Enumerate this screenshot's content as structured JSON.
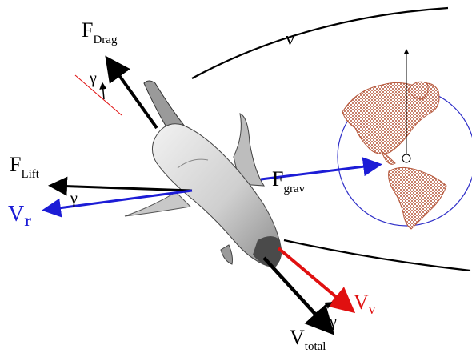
{
  "diagram": {
    "labels": {
      "f_drag": {
        "main": "F",
        "sub": "Drag"
      },
      "f_lift": {
        "main": "F",
        "sub": "Lift"
      },
      "f_grav": {
        "main": "F",
        "sub": "grav"
      },
      "v_r": {
        "main": "V",
        "sub": "r"
      },
      "v_nu": {
        "main": "V",
        "sub": "ν"
      },
      "v_total": {
        "main": "V",
        "sub": "total"
      },
      "gamma": "γ",
      "nu": "ν"
    },
    "colors": {
      "black": "#000000",
      "blue": "#1c1cd6",
      "red": "#e01010",
      "earth_land": "#b5563a",
      "orbit_ring": "#3030c8",
      "shuttle_body": "#d4d4d4",
      "shuttle_shadow": "#5a5a5a"
    }
  }
}
